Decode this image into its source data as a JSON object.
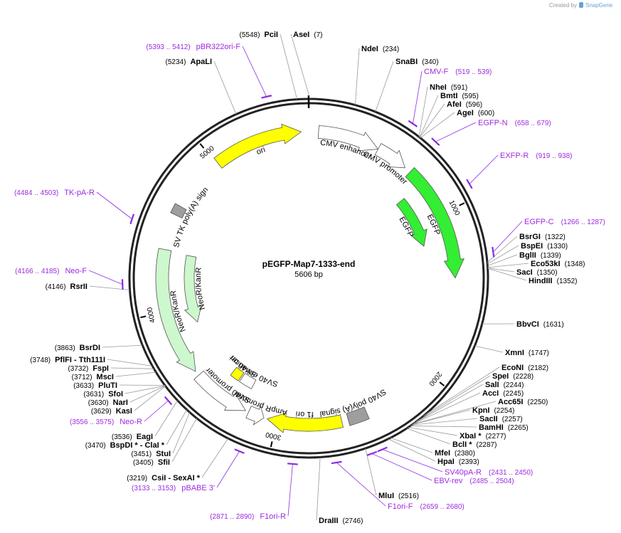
{
  "plasmid": {
    "name": "pEGFP-Map7-1333-end",
    "length": "5606 bp"
  },
  "branding": {
    "created_by": "Created by",
    "app": "SnapGene"
  },
  "ticks": [
    {
      "label": "1000",
      "bp": 1000
    },
    {
      "label": "2000",
      "bp": 2000
    },
    {
      "label": "3000",
      "bp": 3000
    },
    {
      "label": "4000",
      "bp": 4000
    },
    {
      "label": "5000",
      "bp": 5000
    }
  ],
  "features": [
    {
      "name": "CMV enhancer",
      "start": 60,
      "end": 440,
      "color": "#ffffff",
      "dir": 1,
      "lane": 0
    },
    {
      "name": "CMV promoter",
      "start": 440,
      "end": 640,
      "color": "#ffffff",
      "dir": 1,
      "lane": 0
    },
    {
      "name": "EGFP",
      "start": 680,
      "end": 1400,
      "color": "#33ee33",
      "dir": 1,
      "lane": 0
    },
    {
      "name": "EGFP",
      "start": 780,
      "end": 1160,
      "color": "#33ee33",
      "dir": 1,
      "lane": 1
    },
    {
      "name": "SV40 poly(A) signal",
      "start": 2440,
      "end": 2560,
      "color": "#9e9e9e",
      "dir": 0,
      "lane": 0
    },
    {
      "name": "f1 ori",
      "start": 2600,
      "end": 3060,
      "color": "#ffff00",
      "dir": 1,
      "lane": 0
    },
    {
      "name": "AmpR promoter",
      "start": 3080,
      "end": 3180,
      "color": "#ffffff",
      "dir": -1,
      "lane": 0
    },
    {
      "name": "SV40 promoter",
      "start": 3200,
      "end": 3560,
      "color": "#ffffff",
      "dir": -1,
      "lane": 0
    },
    {
      "name": "SV40 enhancer",
      "start": 3230,
      "end": 3330,
      "color": "#ffffff",
      "dir": 0,
      "lane": 1
    },
    {
      "name": "SV40 ori",
      "start": 3340,
      "end": 3410,
      "color": "#ffff00",
      "dir": 0,
      "lane": 1
    },
    {
      "name": "NeoR/KanR",
      "start": 3590,
      "end": 4380,
      "color": "#cdf7cd",
      "dir": -1,
      "lane": 0
    },
    {
      "name": "NeoR/KanR",
      "start": 3870,
      "end": 4370,
      "color": "#cdf7cd",
      "dir": -1,
      "lane": 1
    },
    {
      "name": "HSV TK poly(A) signal",
      "start": 4600,
      "end": 4660,
      "color": "#9e9e9e",
      "dir": 0,
      "lane": 0
    },
    {
      "name": "ori",
      "start": 5010,
      "end": 5560,
      "color": "#ffff00",
      "dir": 1,
      "lane": 0
    }
  ],
  "enzymes": [
    {
      "name": "PciI",
      "pos": "(5548)",
      "bp": 5548
    },
    {
      "name": "AseI",
      "pos": "(7)",
      "bp": 7
    },
    {
      "name": "NdeI",
      "pos": "(234)",
      "bp": 234
    },
    {
      "name": "SnaBI",
      "pos": "(340)",
      "bp": 340
    },
    {
      "name": "NheI",
      "pos": "(591)",
      "bp": 591
    },
    {
      "name": "BmtI",
      "pos": "(595)",
      "bp": 595
    },
    {
      "name": "AfeI",
      "pos": "(596)",
      "bp": 596
    },
    {
      "name": "AgeI",
      "pos": "(600)",
      "bp": 600
    },
    {
      "name": "BsrGI",
      "pos": "(1322)",
      "bp": 1322
    },
    {
      "name": "BspEI",
      "pos": "(1330)",
      "bp": 1330
    },
    {
      "name": "BglII",
      "pos": "(1339)",
      "bp": 1339
    },
    {
      "name": "Eco53kI",
      "pos": "(1348)",
      "bp": 1348
    },
    {
      "name": "SacI",
      "pos": "(1350)",
      "bp": 1350
    },
    {
      "name": "HindIII",
      "pos": "(1352)",
      "bp": 1352
    },
    {
      "name": "BbvCI",
      "pos": "(1631)",
      "bp": 1631
    },
    {
      "name": "XmnI",
      "pos": "(1747)",
      "bp": 1747
    },
    {
      "name": "EcoNI",
      "pos": "(2182)",
      "bp": 2182
    },
    {
      "name": "SpeI",
      "pos": "(2228)",
      "bp": 2228
    },
    {
      "name": "SalI",
      "pos": "(2244)",
      "bp": 2244
    },
    {
      "name": "AccI",
      "pos": "(2245)",
      "bp": 2245
    },
    {
      "name": "Acc65I",
      "pos": "(2250)",
      "bp": 2250
    },
    {
      "name": "KpnI",
      "pos": "(2254)",
      "bp": 2254
    },
    {
      "name": "SacII",
      "pos": "(2257)",
      "bp": 2257
    },
    {
      "name": "BamHI",
      "pos": "(2265)",
      "bp": 2265
    },
    {
      "name": "XbaI *",
      "pos": "(2277)",
      "bp": 2277
    },
    {
      "name": "BclI *",
      "pos": "(2287)",
      "bp": 2287
    },
    {
      "name": "MfeI",
      "pos": "(2380)",
      "bp": 2380
    },
    {
      "name": "HpaI",
      "pos": "(2393)",
      "bp": 2393
    },
    {
      "name": "MluI",
      "pos": "(2516)",
      "bp": 2516
    },
    {
      "name": "DraIII",
      "pos": "(2746)",
      "bp": 2746
    },
    {
      "name": "CsiI  - SexAI *",
      "pos": "(3219)",
      "bp": 3219
    },
    {
      "name": "SfiI",
      "pos": "(3405)",
      "bp": 3405
    },
    {
      "name": "StuI",
      "pos": "(3451)",
      "bp": 3451
    },
    {
      "name": "BspDI *  - ClaI *",
      "pos": "(3470)",
      "bp": 3470
    },
    {
      "name": "EagI",
      "pos": "(3536)",
      "bp": 3536
    },
    {
      "name": "KasI",
      "pos": "(3629)",
      "bp": 3629
    },
    {
      "name": "NarI",
      "pos": "(3630)",
      "bp": 3630
    },
    {
      "name": "SfoI",
      "pos": "(3631)",
      "bp": 3631
    },
    {
      "name": "PluTI",
      "pos": "(3633)",
      "bp": 3633
    },
    {
      "name": "MscI",
      "pos": "(3712)",
      "bp": 3712
    },
    {
      "name": "FspI",
      "pos": "(3732)",
      "bp": 3732
    },
    {
      "name": "PflFI  - Tth111I",
      "pos": "(3748)",
      "bp": 3748
    },
    {
      "name": "BsrDI",
      "pos": "(3863)",
      "bp": 3863
    },
    {
      "name": "RsrII",
      "pos": "(4146)",
      "bp": 4146
    },
    {
      "name": "ApaLI",
      "pos": "(5234)",
      "bp": 5234
    }
  ],
  "primers": [
    {
      "name": "CMV-F",
      "range": "(519 .. 539)",
      "bp": 529
    },
    {
      "name": "EGFP-N",
      "range": "(658 .. 679)",
      "bp": 668
    },
    {
      "name": "EXFP-R",
      "range": "(919 .. 938)",
      "bp": 928
    },
    {
      "name": "EGFP-C",
      "range": "(1266 .. 1287)",
      "bp": 1276
    },
    {
      "name": "SV40pA-R",
      "range": "(2431 .. 2450)",
      "bp": 2440
    },
    {
      "name": "EBV-rev",
      "range": "(2485 .. 2504)",
      "bp": 2494
    },
    {
      "name": "F1ori-F",
      "range": "(2659 .. 2680)",
      "bp": 2669
    },
    {
      "name": "F1ori-R",
      "range": "(2871 .. 2890)",
      "bp": 2880
    },
    {
      "name": "pBABE 3'",
      "range": "(3133 .. 3153)",
      "bp": 3143
    },
    {
      "name": "Neo-R",
      "range": "(3556 .. 3575)",
      "bp": 3565
    },
    {
      "name": "Neo-F",
      "range": "(4166 .. 4185)",
      "bp": 4175
    },
    {
      "name": "TK-pA-R",
      "range": "(4484 .. 4503)",
      "bp": 4493
    },
    {
      "name": "pBR322ori-F",
      "range": "(5393 .. 5412)",
      "bp": 5402
    }
  ]
}
